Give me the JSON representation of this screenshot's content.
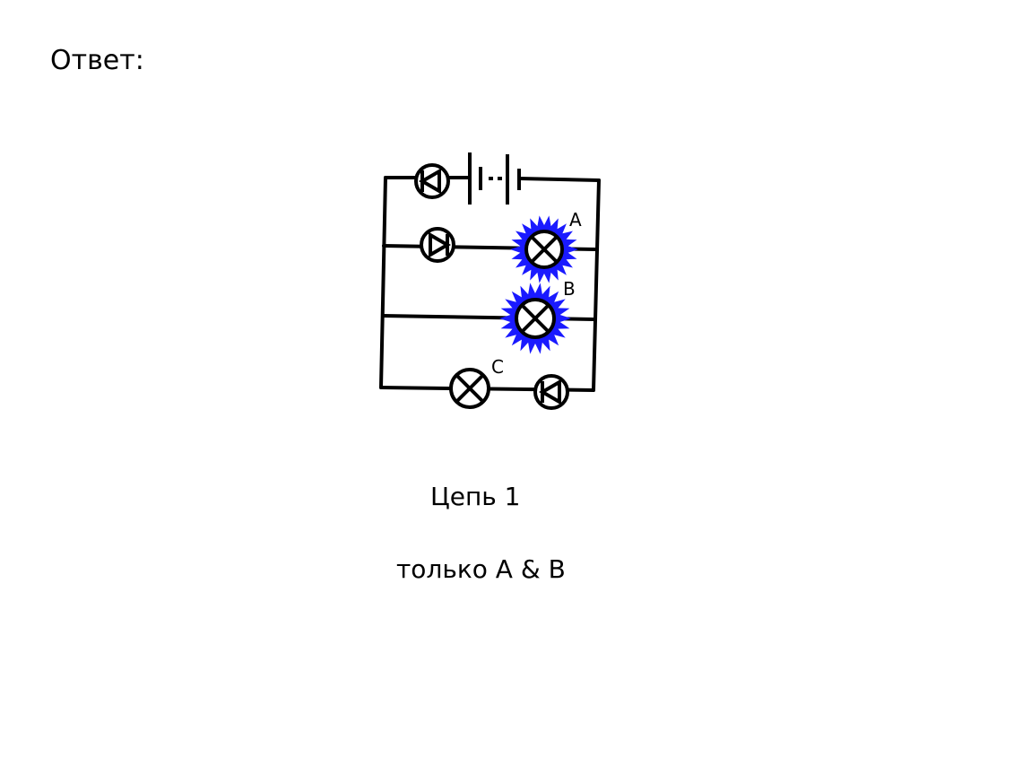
{
  "heading": "Ответ:",
  "circuit": {
    "lamp_labels": {
      "a": "A",
      "b": "B",
      "c": "C"
    },
    "lit_color": "#1a1aff",
    "wire_color": "#000000"
  },
  "caption": {
    "circuit_name": "Цепь 1",
    "answer": "только A & B"
  }
}
